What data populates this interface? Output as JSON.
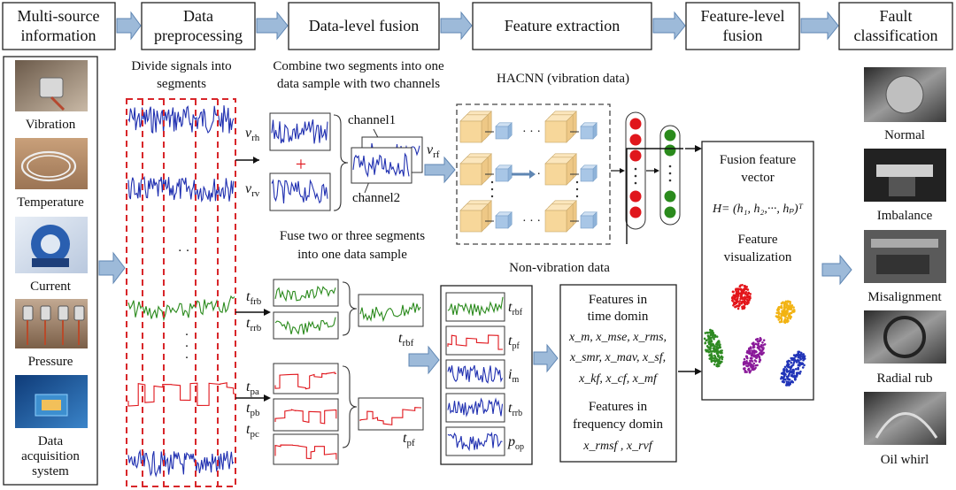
{
  "colors": {
    "vibration": "#1f2fb0",
    "green": "#2a8a1c",
    "red": "#e0161c",
    "arrow_fill": "#9dbad9",
    "arrow_stroke": "#5f86b3",
    "cube": "#f7d79a",
    "cube_blue": "#a8c6e6",
    "dashed_red": "#d8262a"
  },
  "pipeline": [
    {
      "line1": "Multi-source",
      "line2": "information"
    },
    {
      "line1": "Data",
      "line2": "preprocessing"
    },
    {
      "line1": "Data-level fusion",
      "line2": ""
    },
    {
      "line1": "Feature extraction",
      "line2": ""
    },
    {
      "line1": "Feature-level",
      "line2": "fusion"
    },
    {
      "line1": "Fault",
      "line2": "classification"
    }
  ],
  "sources": [
    {
      "label": "Vibration",
      "icon": "vibration-sensor-photo"
    },
    {
      "label": "Temperature",
      "icon": "temperature-cable-photo"
    },
    {
      "label": "Current",
      "icon": "current-transformer-photo"
    },
    {
      "label": "Pressure",
      "icon": "pressure-sensor-photo"
    },
    {
      "label": "Data",
      "label2": "acquisition",
      "label3": "system",
      "icon": "daq-system-photo"
    }
  ],
  "preprocess": {
    "title1": "Divide signals into",
    "title2": "segments",
    "dots": "· · ·"
  },
  "combine": {
    "title1": "Combine two segments into one",
    "title2": "data sample with two channels",
    "v_rh": "v",
    "v_rh_sub": "rh",
    "v_rv": "v",
    "v_rv_sub": "rv",
    "plus": "+",
    "channel1": "channel1",
    "channel2": "channel2",
    "v_rf": "v",
    "v_rf_sub": "rf"
  },
  "fuse": {
    "title1": "Fuse two or three segments",
    "title2": "into one data sample",
    "t_frb": "t",
    "t_frb_sub": "frb",
    "t_rrb": "t",
    "t_rrb_sub": "rrb",
    "t_rbf": "t",
    "t_rbf_sub": "rbf",
    "t_pa": "t",
    "t_pa_sub": "pa",
    "t_pb": "t",
    "t_pb_sub": "pb",
    "t_pc": "t",
    "t_pc_sub": "pc",
    "t_pf": "t",
    "t_pf_sub": "pf"
  },
  "hacnn": {
    "title": "HACNN (vibration data)",
    "nonvib": "Non-vibration data"
  },
  "nonvib_stack": [
    {
      "sym": "t",
      "sub": "rbf"
    },
    {
      "sym": "t",
      "sub": "pf"
    },
    {
      "sym": "i",
      "sub": "m"
    },
    {
      "sym": "t",
      "sub": "rrb"
    },
    {
      "sym": "p",
      "sub": "op"
    }
  ],
  "features": {
    "time_title1": "Features in",
    "time_title2": "time domin",
    "time_line1": "x_m, x_mse, x_rms,",
    "time_line2": "x_smr, x_mav, x_sf,",
    "time_line3": "x_kf, x_cf, x_mf",
    "freq_title1": "Features in",
    "freq_title2": "frequency domin",
    "freq_line": "x_rmsf , x_rvf"
  },
  "fusion": {
    "title1": "Fusion feature",
    "title2": "vector",
    "formula": "H= (h₁, h₂,···, hₚ)ᵀ",
    "vis1": "Feature",
    "vis2": "visualization"
  },
  "faults": [
    {
      "label": "Normal",
      "icon": "normal-impeller-photo"
    },
    {
      "label": "Imbalance",
      "icon": "imbalance-rotor-photo"
    },
    {
      "label": "Misalignment",
      "icon": "misalignment-photo"
    },
    {
      "label": "Radial rub",
      "icon": "radial-rub-photo"
    },
    {
      "label": "Oil whirl",
      "icon": "oil-whirl-photo"
    }
  ]
}
